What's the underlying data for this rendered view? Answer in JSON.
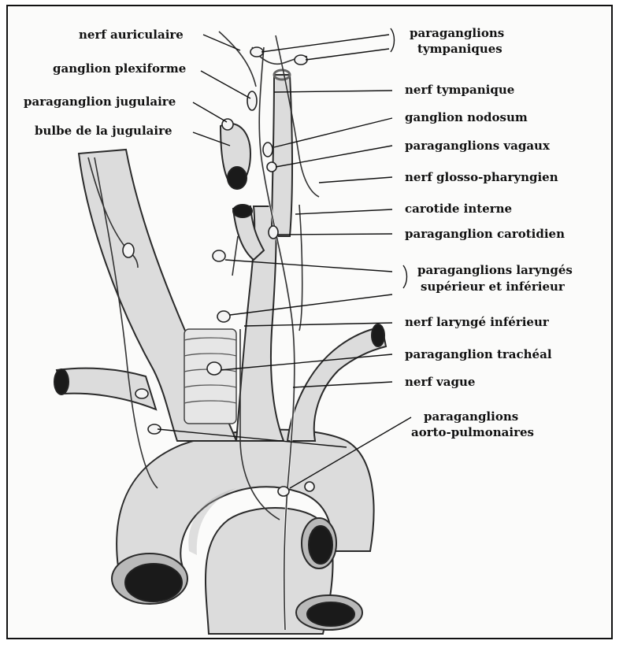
{
  "labels": {
    "nerf_auriculaire": "nerf auriculaire",
    "ganglion_plexiforme": "ganglion plexiforme",
    "paraganglion_jugulaire": "paraganglion jugulaire",
    "bulbe_jugulaire": "bulbe de la jugulaire",
    "paraganglions_tympaniques_1": "paraganglions",
    "paraganglions_tympaniques_2": "tympaniques",
    "nerf_tympanique": "nerf tympanique",
    "ganglion_nodosum": "ganglion nodosum",
    "paraganglions_vagaux": "paraganglions vagaux",
    "nerf_glosso_pharyngien": "nerf glosso-pharyngien",
    "carotide_interne": "carotide interne",
    "paraganglion_carotidien": "paraganglion carotidien",
    "paraganglions_larynges_1": "paraganglions laryngés",
    "paraganglions_larynges_2": "supérieur et inférieur",
    "nerf_larynge_inferieur": "nerf laryngé inférieur",
    "paraganglion_tracheal": "paraganglion trachéal",
    "nerf_vague": "nerf vague",
    "paraganglions_aorto_1": "paraganglions",
    "paraganglions_aorto_2": "aorto-pulmonaires"
  }
}
